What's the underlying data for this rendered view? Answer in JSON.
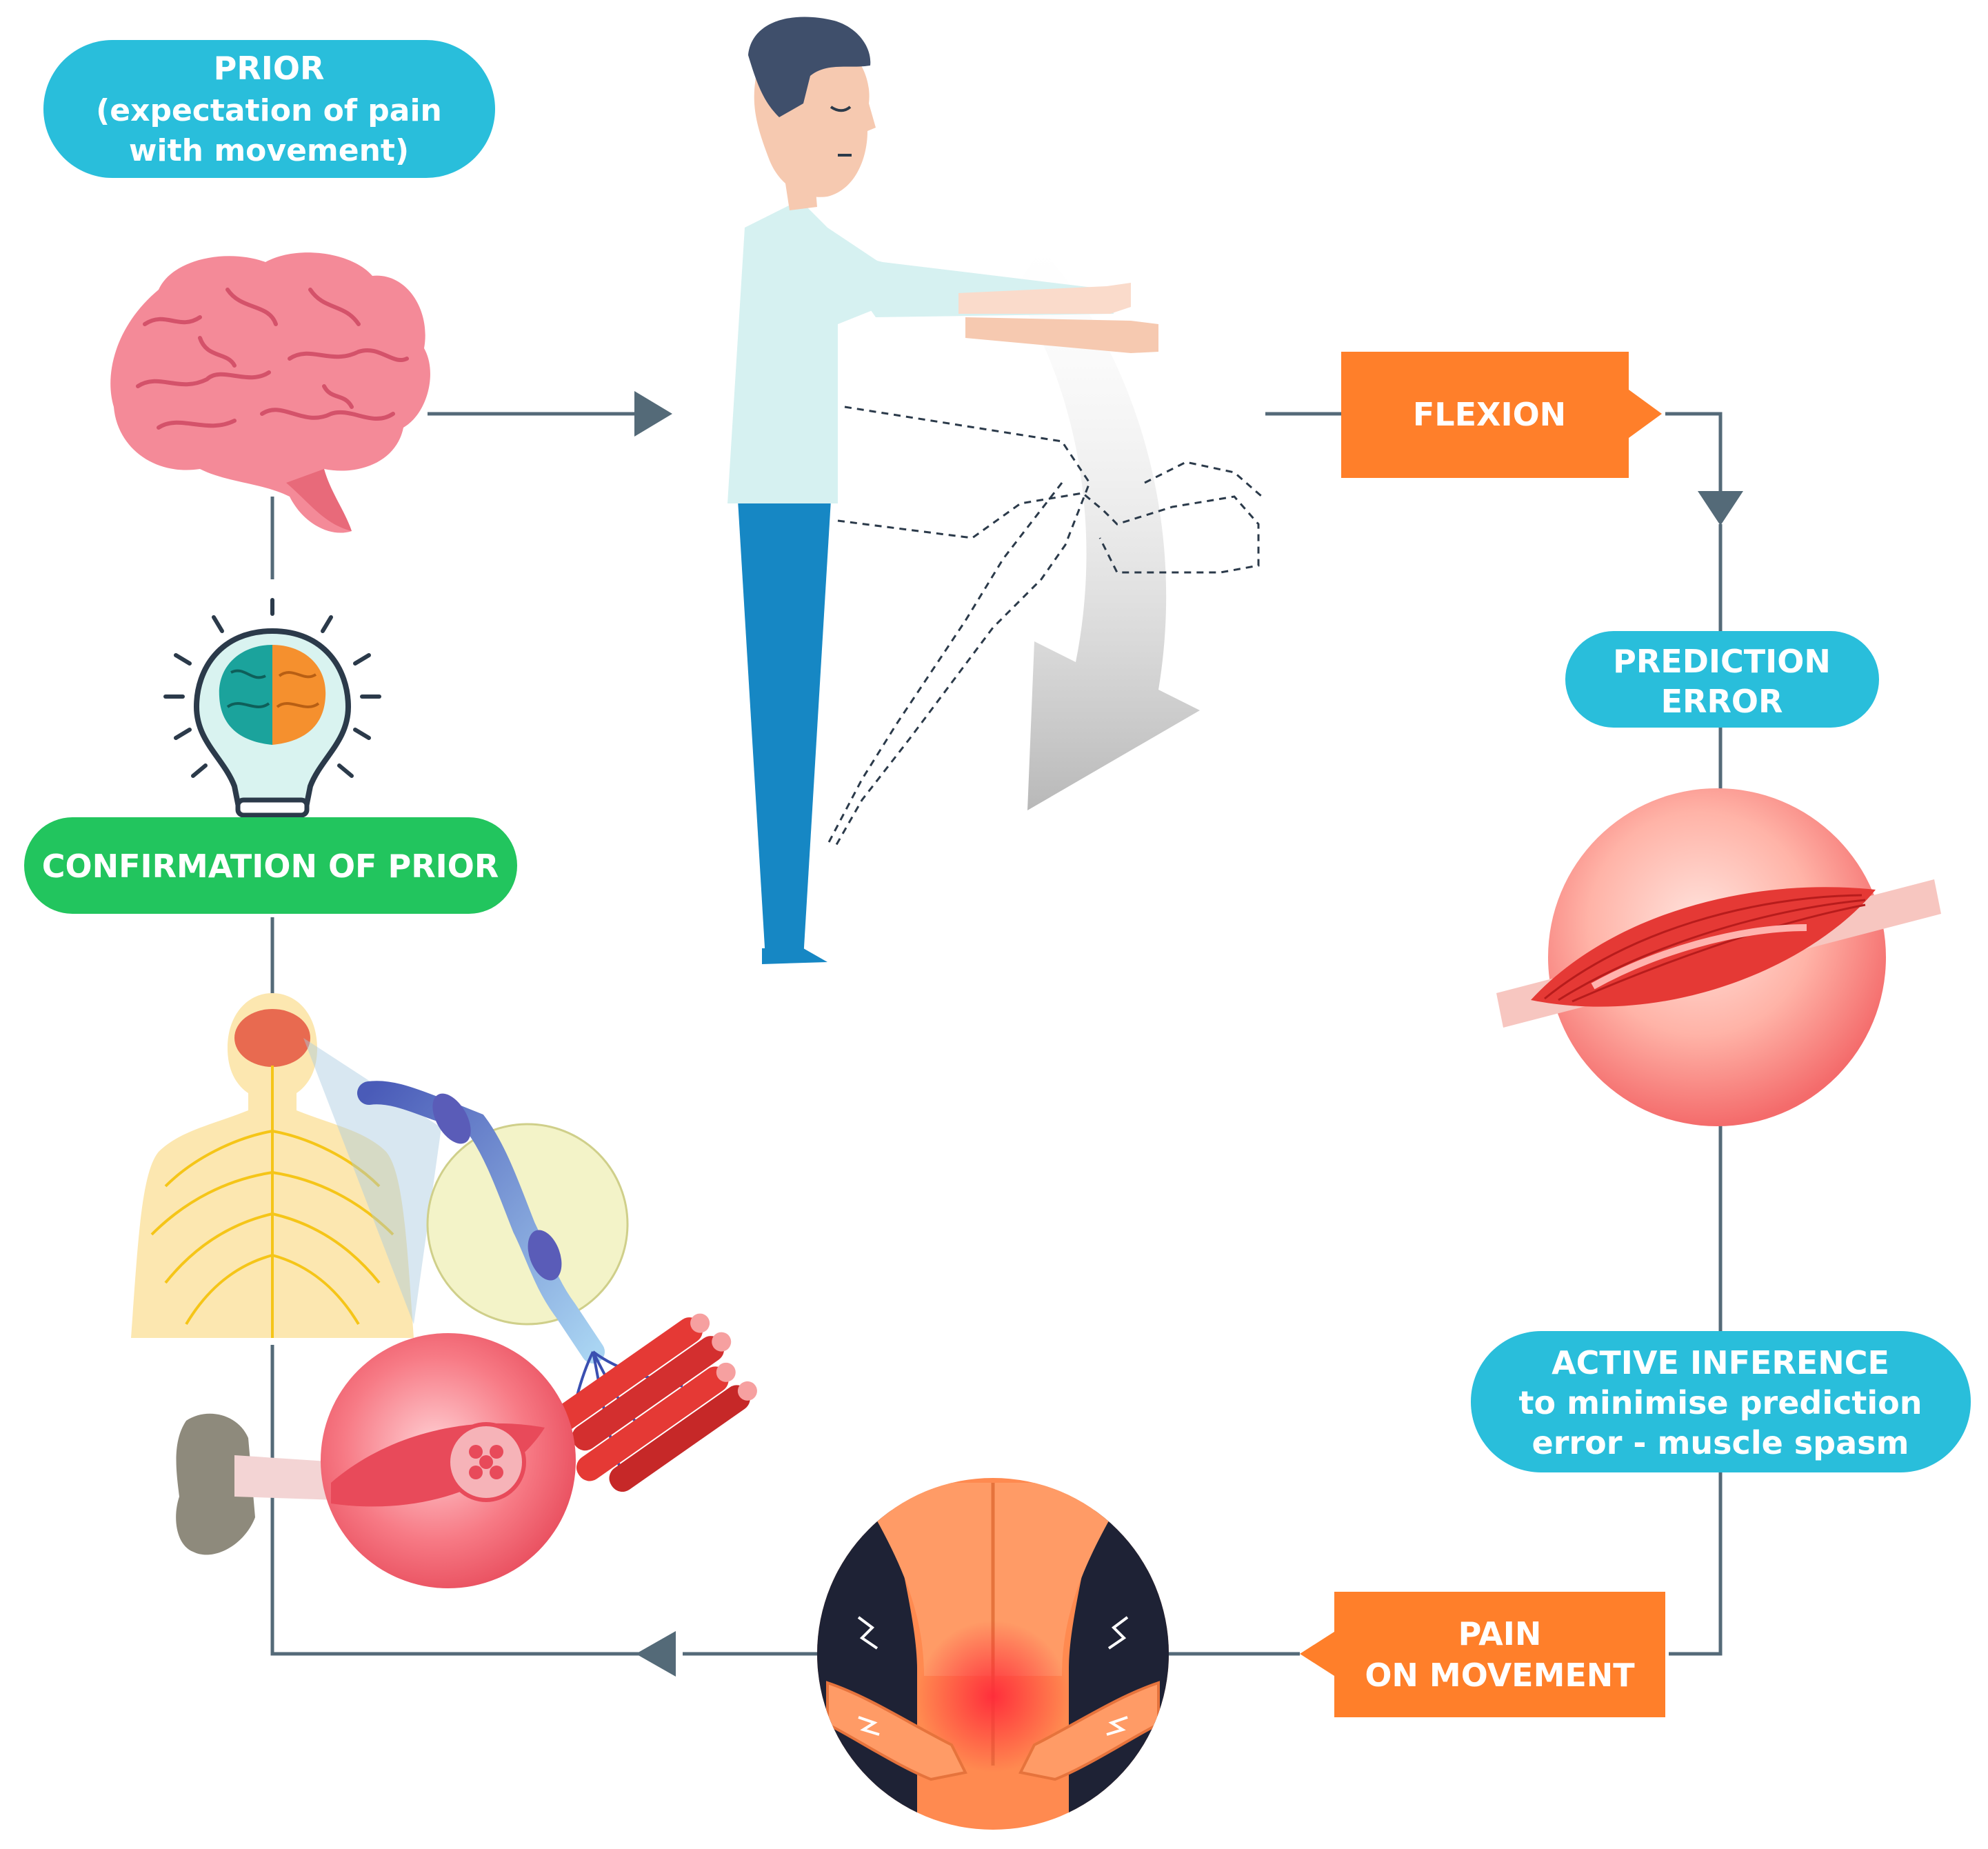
{
  "labels": {
    "prior_line1": "PRIOR",
    "prior_line2": "(expectation of pain",
    "prior_line3": "with movement)",
    "flexion": "FLEXION",
    "prediction_error_line1": "PREDICTION",
    "prediction_error_line2": "ERROR",
    "active_inference_line1": "ACTIVE INFERENCE",
    "active_inference_line2": "to minimise prediction",
    "active_inference_line3": "error - muscle spasm",
    "pain_line1": "PAIN",
    "pain_line2": "ON MOVEMENT",
    "confirmation": "CONFIRMATION OF PRIOR"
  },
  "colors": {
    "cyan": "#29BEDB",
    "orange": "#FF7F2A",
    "green": "#22C55E",
    "connector": "#546A78",
    "brain_pink": "#F48A98",
    "muscle_red": "#E53935"
  },
  "icons": {
    "brain": "brain-icon",
    "lightbulb": "lightbulb-brain-icon",
    "person": "person-bending-icon",
    "muscle": "muscle-icon",
    "back_pain": "back-pain-icon",
    "nervous_system": "nervous-system-icon"
  }
}
